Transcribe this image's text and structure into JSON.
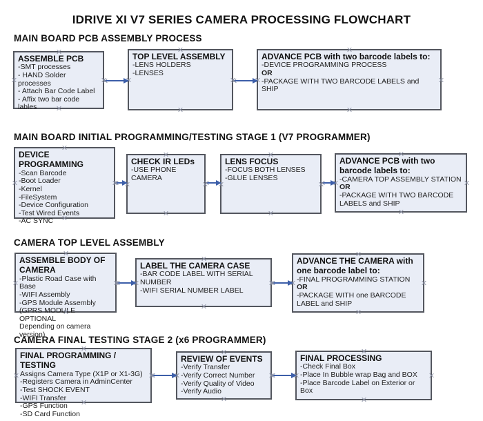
{
  "title": "IDRIVE XI V7 SERIES CAMERA PROCESSING FLOWCHART",
  "colors": {
    "box_fill": "#e9edf6",
    "box_border": "#53565e",
    "arrow": "#3d5fa9",
    "connection_point": "#8d93a6",
    "text": "#1a1a1a"
  },
  "sections": [
    {
      "heading": "MAIN BOARD PCB ASSEMBLY PROCESS",
      "boxes": [
        {
          "title": "ASSEMBLE PCB",
          "lines": [
            "-SMT processes",
            "- HAND Solder processes",
            "- Attach Bar Code Label",
            "- Affix two bar code lables"
          ]
        },
        {
          "title": "TOP LEVEL ASSEMBLY",
          "lines": [
            "-LENS HOLDERS",
            "-LENSES"
          ]
        },
        {
          "title": "ADVANCE PCB with two barcode labels to:",
          "lines": [
            "-DEVICE PROGRAMMING PROCESS",
            "OR",
            "-PACKAGE WITH TWO BARCODE LABELS and SHIP"
          ]
        }
      ]
    },
    {
      "heading": "MAIN BOARD INITIAL PROGRAMMING/TESTING STAGE 1 (V7 PROGRAMMER)",
      "boxes": [
        {
          "title": "DEVICE PROGRAMMING",
          "lines": [
            "-Scan Barcode",
            "-Boot Loader",
            "-Kernel",
            "-FileSystem",
            "-Device Configuration",
            "-Test Wired Events",
            "-AC SYNC"
          ]
        },
        {
          "title": "CHECK IR LEDs",
          "lines": [
            "-USE PHONE CAMERA"
          ]
        },
        {
          "title": "LENS FOCUS",
          "lines": [
            "-FOCUS BOTH LENSES",
            "-GLUE LENSES"
          ]
        },
        {
          "title": "ADVANCE PCB with two barcode labels to:",
          "lines": [
            "-CAMERA TOP ASSEMBLY STATION",
            "OR",
            "-PACKAGE WITH TWO BARCODE LABELS and SHIP"
          ]
        }
      ]
    },
    {
      "heading": "CAMERA TOP LEVEL ASSEMBLY",
      "boxes": [
        {
          "title": "ASSEMBLE BODY OF CAMERA",
          "lines": [
            "-Plastic Road Case with Base",
            "-WIFI Assembly",
            "-GPS Module Assembly",
            "(GPRS MODULE OPTIONAL",
            "Depending on camera version)"
          ]
        },
        {
          "title": "LABEL THE CAMERA CASE",
          "lines": [
            "-BAR CODE LABEL WITH SERIAL NUMBER",
            "-WIFI SERIAL NUMBER LABEL"
          ]
        },
        {
          "title": "ADVANCE THE CAMERA with one barcode label to:",
          "lines": [
            "-FINAL PROGRAMMING STATION",
            "OR",
            "-PACKAGE WITH one BARCODE LABEL and SHIP"
          ]
        }
      ]
    },
    {
      "heading": "CAMERA FINAL TESTING STAGE 2 (x6 PROGRAMMER)",
      "boxes": [
        {
          "title": "FINAL PROGRAMMING / TESTING",
          "lines": [
            "Assigns Camera Type (X1P or X1-3G)",
            "-Registers Camera in AdminCenter",
            "-Test SHOCK EVENT",
            "-WIFI Transfer",
            "-GPS Function",
            "-SD Card Function"
          ]
        },
        {
          "title": "REVIEW OF EVENTS",
          "lines": [
            "-Verify Transfer",
            "-Verify Correct Number",
            "-Verify Quality of Video",
            "-Verify Audio"
          ]
        },
        {
          "title": "FINAL PROCESSING",
          "lines": [
            "-Check Final Box",
            "-Place In Bubble wrap Bag and BOX",
            "-Place Barcode Label on Exterior or Box"
          ]
        }
      ]
    }
  ]
}
